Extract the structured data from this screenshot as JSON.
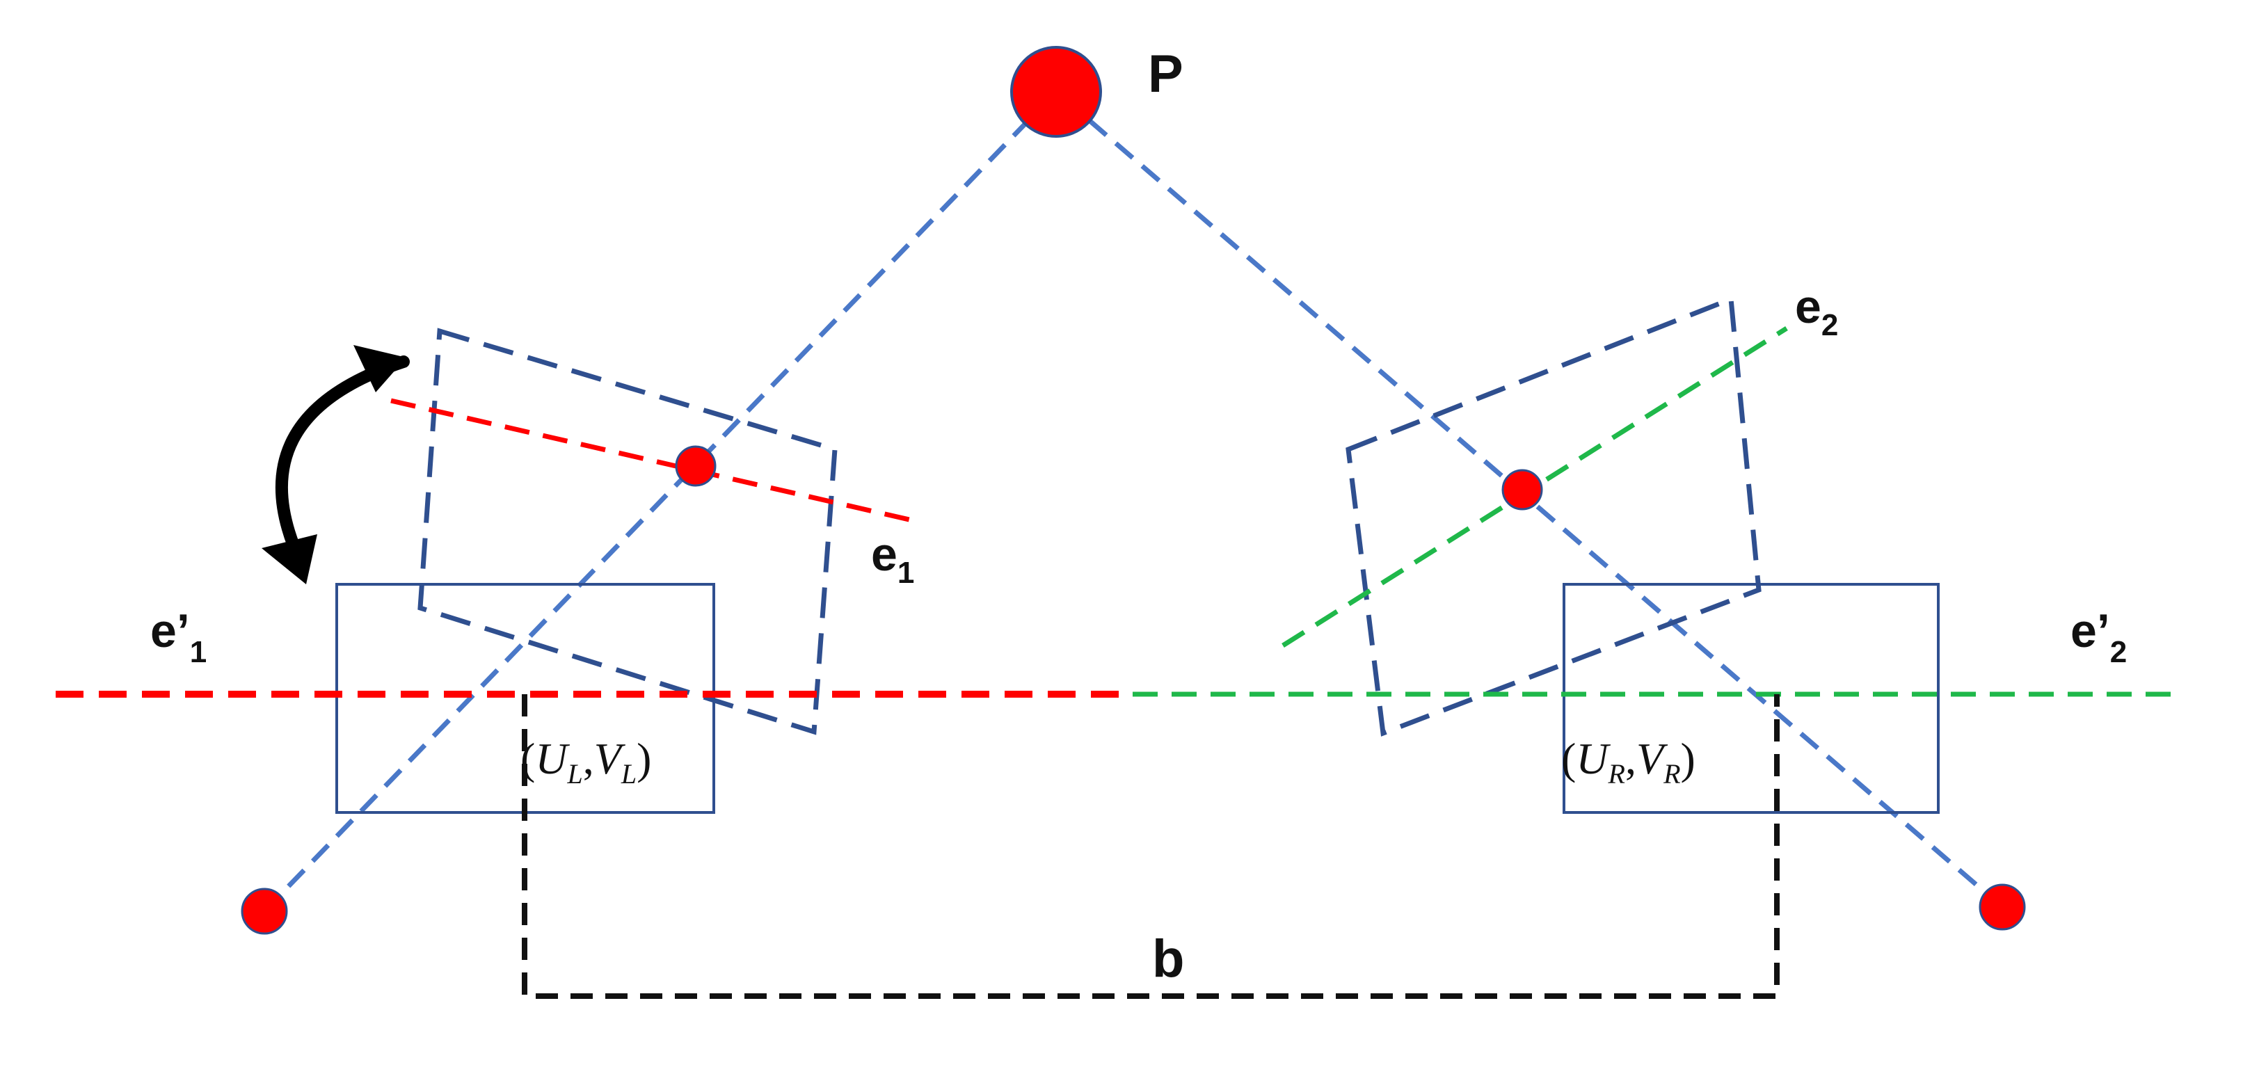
{
  "labels": {
    "point": "P",
    "epipole_left": {
      "base": "e",
      "sub": "1"
    },
    "epipole_right": {
      "base": "e",
      "sub": "2"
    },
    "rectified_left": {
      "base": "e’",
      "sub": "1"
    },
    "rectified_right": {
      "base": "e’",
      "sub": "2"
    },
    "coord_left": {
      "open": "(",
      "u": "U",
      "u_sub": "L",
      "sep": ",",
      "v": "V",
      "v_sub": "L",
      "close": ")"
    },
    "coord_right": {
      "open": "(",
      "u": "U",
      "u_sub": "R",
      "sep": ",",
      "v": "V",
      "v_sub": "R",
      "close": ")"
    },
    "baseline": "b"
  },
  "colors": {
    "point_fill": "#ff0000",
    "point_stroke": "#2f4f8f",
    "ray": "#4a78c8",
    "camera_plane": "#2f4f8f",
    "image_box": "#2f4f8f",
    "epipolar_left": "#ff0000",
    "epipolar_right": "#1fb84a",
    "baseline": "#111111",
    "rotation_arrow": "#000000"
  }
}
